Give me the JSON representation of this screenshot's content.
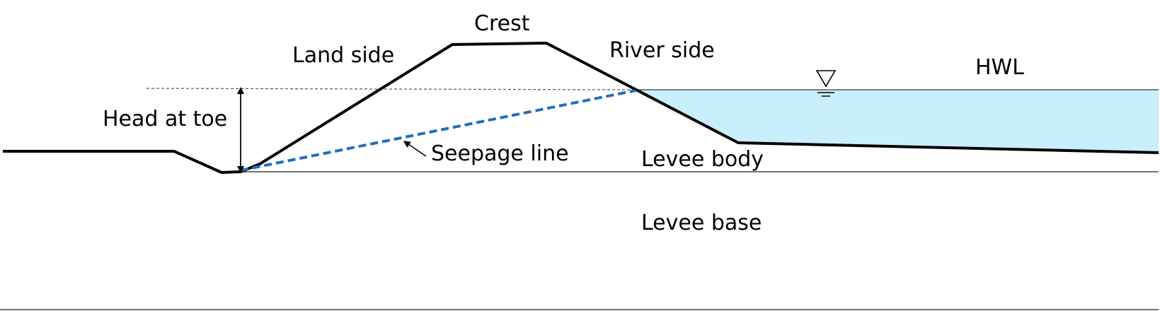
{
  "labels": {
    "crest": "Crest",
    "land_side": "Land side",
    "river_side": "River side",
    "hwl": "HWL",
    "head_at_toe": "Head at toe",
    "seepage_line": "Seepage line",
    "levee_body": "Levee body",
    "levee_base": "Levee base"
  },
  "colors": {
    "water_fill": "#c9eefc",
    "seepage": "#1f6fbf",
    "outline": "#000000",
    "hwl_dashed": "#555555"
  },
  "icons": {
    "water_level": "inverted-triangle-water-level-icon",
    "head_arrow": "double-headed-arrow-icon",
    "pointer": "leader-arrow-icon"
  }
}
